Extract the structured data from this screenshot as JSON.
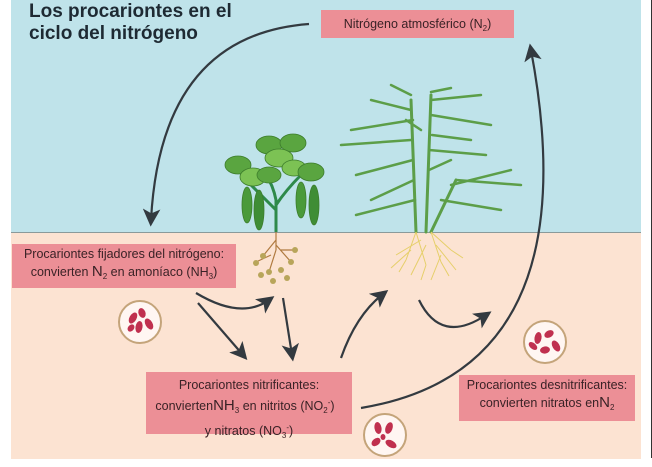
{
  "title_line1": "Los procariontes en el",
  "title_line2": "ciclo del nitrógeno",
  "labels": {
    "atmospheric": {
      "text": "Nitrógeno atmosférico (N",
      "sub": "2",
      "close": ")"
    },
    "fixers": {
      "line1": "Procariontes fijadores del nitrógeno:",
      "line2_a": "convierten ",
      "line2_n": "N",
      "line2_sub": "2",
      "line2_b": " en amoníaco (NH",
      "line2_sub2": "3",
      "line2_close": ")"
    },
    "nitrifiers": {
      "line1": "Procariontes nitrificantes:",
      "line2_a": "convierten",
      "line2_nh": "NH",
      "line2_sub": "3",
      "line2_b": " en nitritos (NO",
      "line2_sub2": "2",
      "line2_sup2": "-",
      "line2_close": ")",
      "line3_a": "y nitratos (NO",
      "line3_sub": "3",
      "line3_sup": "-",
      "line3_close": ")"
    },
    "denitrifiers": {
      "line1": "Procariontes desnitrificantes:",
      "line2_a": "convierten nitratos en",
      "line2_n": "N",
      "line2_sub": "2"
    }
  },
  "colors": {
    "sky": "#bfe3ea",
    "soil": "#fce3d2",
    "label_bg": "#ec8f96",
    "arrow": "#333a40",
    "bacteria": "#c0304f",
    "legume_leaf": "#5aa540",
    "grass_leaf": "#5c9e48",
    "root_yellow": "#e6cf6a"
  },
  "icons": [
    "bacteria-icon",
    "legume-plant-icon",
    "grass-plant-icon",
    "arrow-icon"
  ]
}
